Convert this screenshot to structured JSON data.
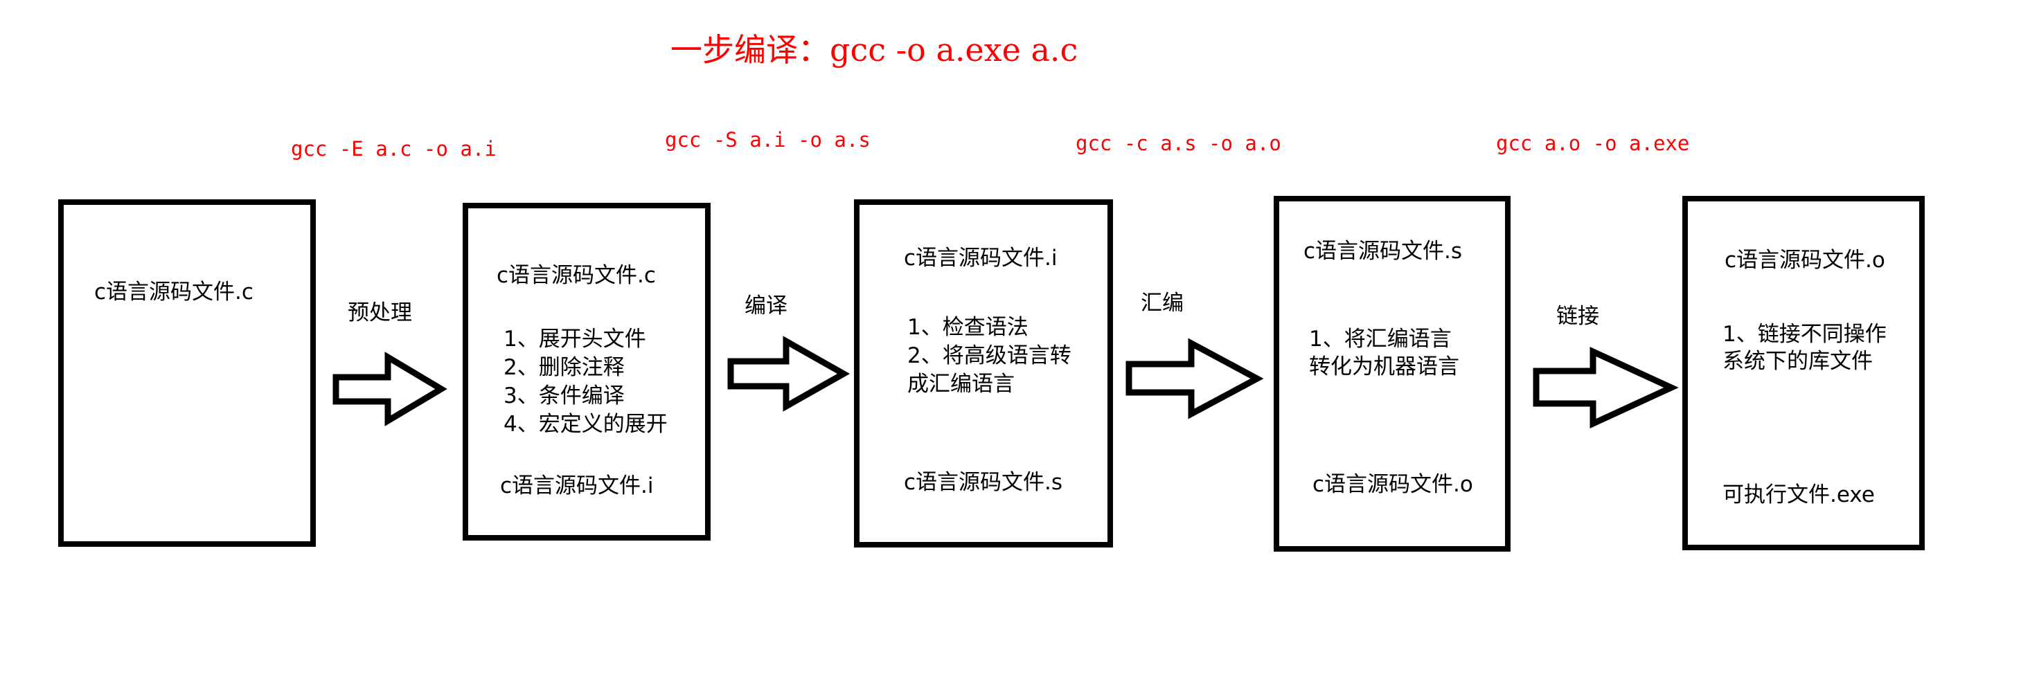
{
  "title": "一步编译：gcc -o a.exe a.c",
  "commands": [
    "gcc -E a.c -o a.i",
    "gcc -S a.i -o a.s",
    "gcc -c a.s -o a.o",
    "gcc a.o -o a.exe"
  ],
  "stages": [
    "预处理",
    "编译",
    "汇编",
    "链接"
  ],
  "boxes": [
    {
      "input": "c语言源码文件.c",
      "steps": [],
      "output": ""
    },
    {
      "input": "c语言源码文件.c",
      "steps": [
        "1、展开头文件",
        "2、删除注释",
        "3、条件编译",
        "4、宏定义的展开"
      ],
      "output": "c语言源码文件.i"
    },
    {
      "input": "c语言源码文件.i",
      "steps": [
        "1、检查语法",
        "2、将高级语言转",
        "成汇编语言"
      ],
      "output": "c语言源码文件.s"
    },
    {
      "input": "c语言源码文件.s",
      "steps": [
        "1、将汇编语言",
        "转化为机器语言"
      ],
      "output": "c语言源码文件.o"
    },
    {
      "input": "c语言源码文件.o",
      "steps": [
        "1、链接不同操作",
        "系统下的库文件"
      ],
      "output": "可执行文件.exe"
    }
  ],
  "colors": {
    "annotation": "#ff0000",
    "stroke": "#000000",
    "background": "#ffffff"
  }
}
